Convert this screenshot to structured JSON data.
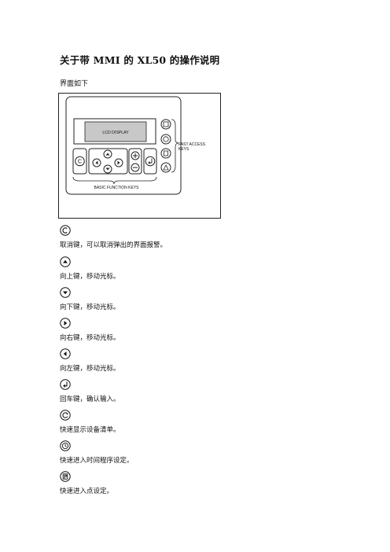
{
  "title": "关于带 MMI 的 XL50 的操作说明",
  "intro": "界面如下",
  "figure": {
    "lcd_label": "LCD DISPLAY",
    "fast_access_label_1": "FAST ACCESS",
    "fast_access_label_2": "KEYS",
    "basic_keys_label": "BASIC FUNCTION KEYS",
    "c_key_glyph": "C"
  },
  "keys": [
    {
      "icon": "cancel-c-icon",
      "description": "取消键，可以取消弹出的界面报警。"
    },
    {
      "icon": "arrow-up-icon",
      "description": "向上键，移动光标。"
    },
    {
      "icon": "arrow-down-icon",
      "description": "向下键，移动光标。"
    },
    {
      "icon": "arrow-right-icon",
      "description": "向右键，移动光标。"
    },
    {
      "icon": "arrow-left-icon",
      "description": "向左键，移动光标。"
    },
    {
      "icon": "enter-icon",
      "description": "回车键，确认输入。"
    },
    {
      "icon": "device-list-icon",
      "description": "快速显示设备清单。"
    },
    {
      "icon": "time-program-icon",
      "description": "快速进入时间程序设定。"
    },
    {
      "icon": "point-setting-icon",
      "description": "快速进入点设定。"
    }
  ]
}
